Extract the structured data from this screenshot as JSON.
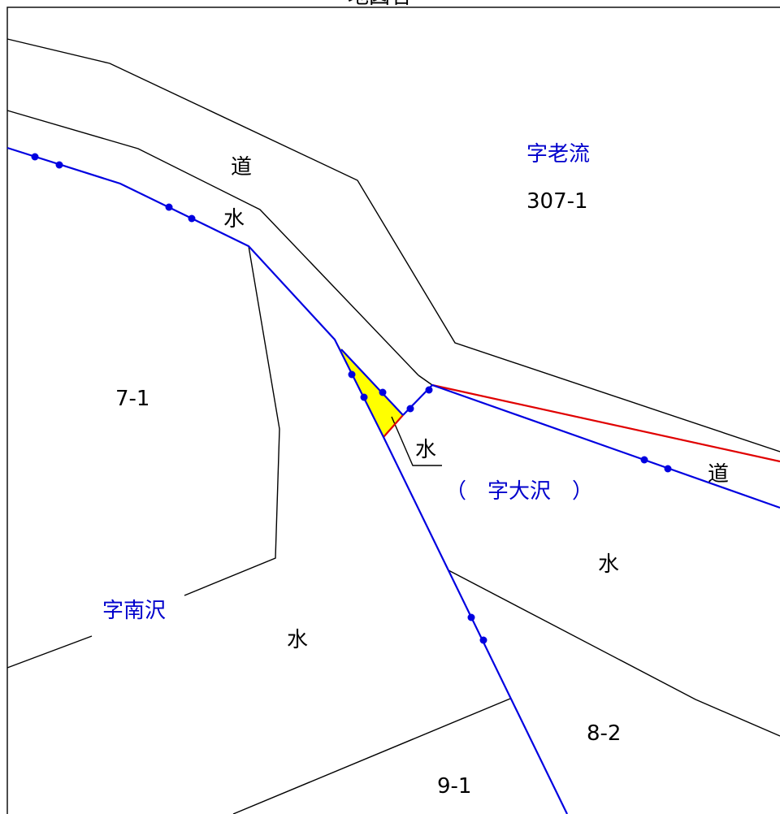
{
  "map": {
    "header_partial": "地図名",
    "areas": {
      "north": "字老流",
      "center": "（　字大沢　）",
      "south_west": "字南沢"
    },
    "parcels": {
      "p307_1": "307-1",
      "p7_1": "7-1",
      "p8_2": "8-2",
      "p9_1": "9-1"
    },
    "land_labels": {
      "road_top": "道",
      "water_top": "水",
      "water_callout": "水",
      "road_right": "道",
      "water_right": "水",
      "water_bottom": "水"
    },
    "colors": {
      "boundary_line": "#0000e0",
      "highlight_parcel": "#ffff00",
      "red_line": "#e00000",
      "parcel_line": "#000000"
    }
  }
}
